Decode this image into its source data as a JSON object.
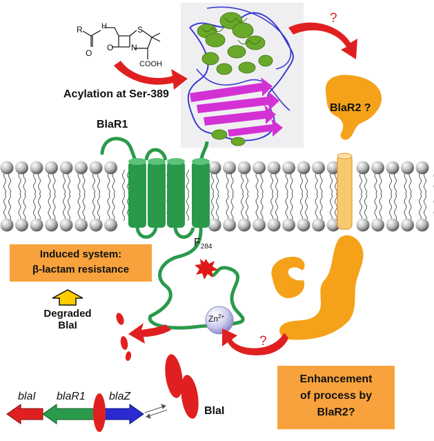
{
  "labels": {
    "acylation": "Acylation at Ser-389",
    "blar1": "BlaR1",
    "blar2_q": "BlaR2 ?",
    "f284_main": "F",
    "f284_sub": "284",
    "zn_main": "Zn",
    "zn_sup": "2+",
    "degraded_line1": "Degraded",
    "degraded_line2": "BlaI",
    "blai_protein": "BlaI",
    "question_mark": "?"
  },
  "induced_box": {
    "line1": "Induced system:",
    "line2": "β-lactam resistance"
  },
  "enhancement_box": {
    "line1": "Enhancement",
    "line2": "of process by",
    "line3": "BlaR2?"
  },
  "genes": [
    "blaI",
    "blaR1",
    "blaZ"
  ],
  "molecule": {
    "r_group": "R",
    "nh": "H",
    "n_atom": "N",
    "s_atom": "S",
    "o_atom": "O",
    "cooh": "COOH"
  },
  "colors": {
    "blar1_green": "#2a9a4a",
    "blar2_orange": "#f5a21a",
    "arrow_red": "#e02020",
    "box_orange": "#f7a23c",
    "helix_green": "#6aa82a",
    "sheet_magenta": "#d431d4",
    "loop_blue": "#3a3ad0",
    "blaz_blue": "#2a2ad0"
  }
}
